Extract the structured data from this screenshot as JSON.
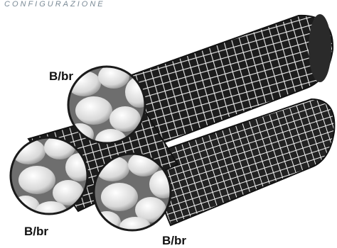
{
  "heading": "CONFIGURAZIONE",
  "callouts": [
    {
      "label": "B/br"
    },
    {
      "label": "B/br"
    },
    {
      "label": "B/br"
    }
  ],
  "figure": {
    "roll_count": 3,
    "roll_color": "#1c1c1c",
    "mesh_color": "#f2f2f2",
    "stone_color": "#d9d9d9",
    "magnifier_ring_color": "#1a1a1a"
  }
}
